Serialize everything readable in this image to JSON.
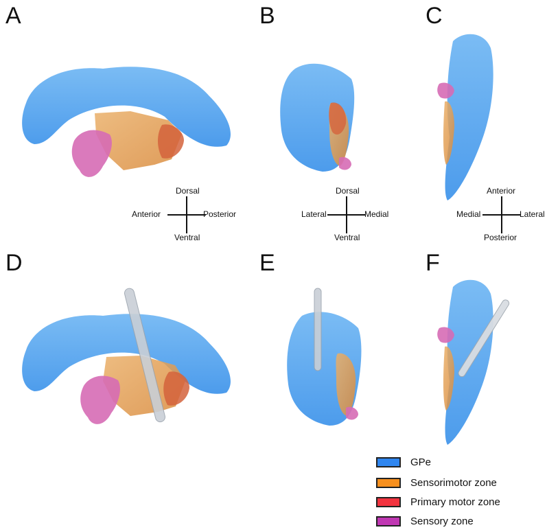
{
  "panels": {
    "A": "A",
    "B": "B",
    "C": "C",
    "D": "D",
    "E": "E",
    "F": "F"
  },
  "compass_sagittal": {
    "top": "Dorsal",
    "bottom": "Ventral",
    "left": "Anterior",
    "right": "Posterior"
  },
  "compass_coronal": {
    "top": "Dorsal",
    "bottom": "Ventral",
    "left": "Lateral",
    "right": "Medial"
  },
  "compass_axial": {
    "top": "Anterior",
    "bottom": "Posterior",
    "left": "Medial",
    "right": "Lateral"
  },
  "legend": {
    "items": [
      {
        "label": "GPe",
        "color": "#2f86f0"
      },
      {
        "label": "Sensorimotor zone",
        "color": "#f7901e"
      },
      {
        "label": "Primary motor zone",
        "color": "#f2333f"
      },
      {
        "label": "Sensory zone",
        "color": "#c037b3"
      }
    ]
  },
  "colors": {
    "gpe": "#5aa8f0",
    "sensorimotor": "#e9a04a",
    "primary_motor": "#dd5a3a",
    "sensory": "#d86fb7",
    "electrode": "#c9cfd6"
  }
}
